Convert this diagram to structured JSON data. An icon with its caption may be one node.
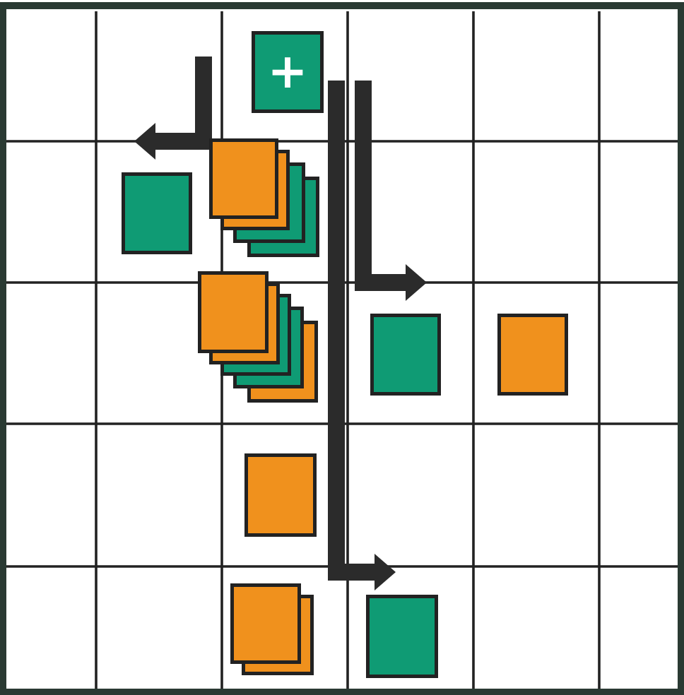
{
  "diagram": {
    "nodes": [
      {
        "text": [
          "+"
        ]
      },
      {
        "text": [],
        "shape": "box"
      },
      {
        "text": [],
        "shape": "box"
      },
      {
        "text": [],
        "shape": "box"
      },
      {
        "text": [],
        "shape": "box"
      },
      {
        "text": [],
        "shape": "box"
      },
      {
        "text": [],
        "shape": "box"
      },
      {
        "text": [],
        "shape": "box"
      },
      {
        "text": [],
        "shape": "box"
      }
    ]
  }
}
